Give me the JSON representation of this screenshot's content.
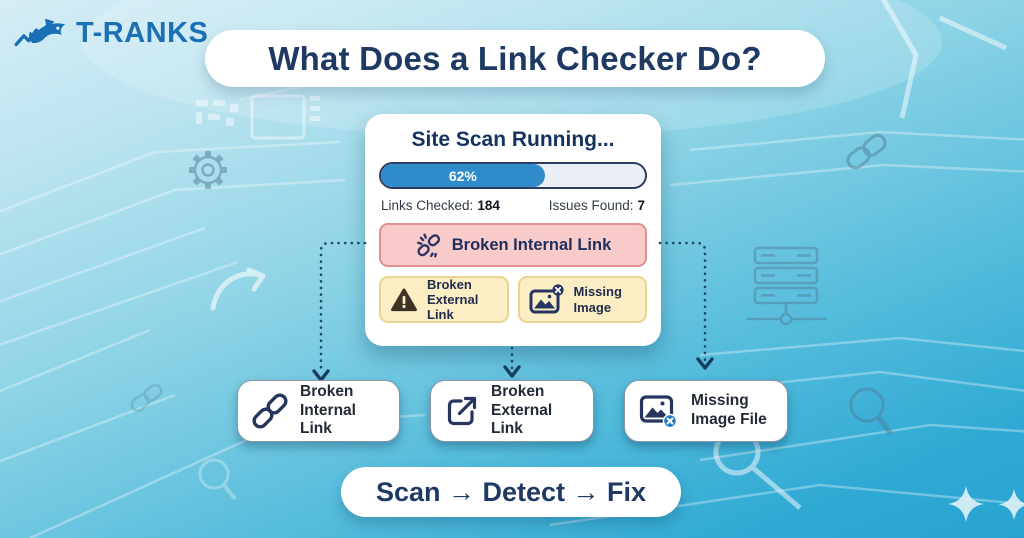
{
  "logo": {
    "text": "T-RANKS"
  },
  "header": {
    "title": "What Does a Link Checker Do?"
  },
  "scan_card": {
    "title": "Site Scan Running...",
    "progress": {
      "percent": 62,
      "label": "62%"
    },
    "stats": [
      {
        "label": "Links Checked:",
        "value": "184"
      },
      {
        "label": "Issues Found:",
        "value": "7"
      }
    ],
    "alert": {
      "label": "Broken Internal Link",
      "icon": "broken-chain-icon"
    },
    "findings": [
      {
        "line1": "Broken",
        "line2": "External Link",
        "icon": "warning-triangle-icon"
      },
      {
        "line1": "Missing",
        "line2": "Image",
        "icon": "missing-image-icon"
      }
    ]
  },
  "result_boxes": [
    {
      "line1": "Broken",
      "line2": "Internal Link",
      "icon": "chain-link-icon"
    },
    {
      "line1": "Broken",
      "line2": "External Link",
      "icon": "external-link-icon"
    },
    {
      "line1": "Missing",
      "line2": "Image File",
      "icon": "missing-image-x-icon"
    }
  ],
  "footer": {
    "label": "Scan → Detect → Fix"
  },
  "colors": {
    "navy_text": "#1e3a63",
    "logo_blue": "#1a6fb5",
    "progress_fill": "#2f8bca",
    "alert_bg": "#f8caca",
    "alert_border": "#e09090",
    "warning_bg": "#fbeec5",
    "warning_border": "#e8d48e",
    "background_teal": "#2aa5d2",
    "connector": "#1c4a6a"
  }
}
